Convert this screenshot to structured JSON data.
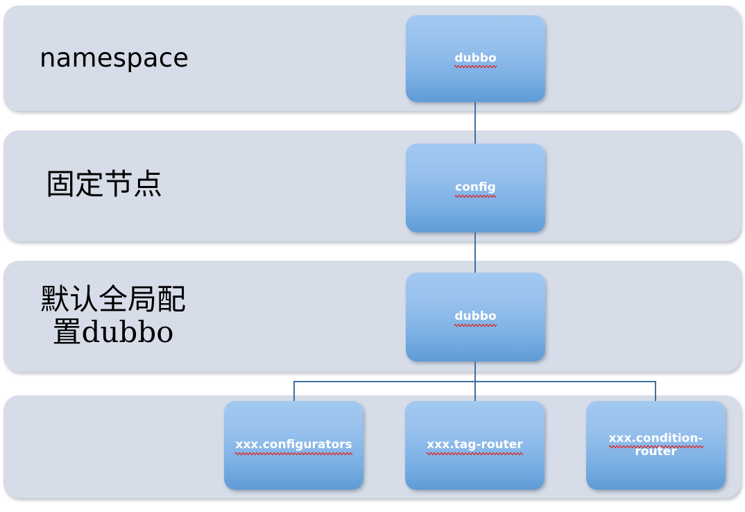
{
  "diagram": {
    "title": "dubbo zookeeper namespace tree",
    "colors": {
      "band_fill": "#d6dce8",
      "node_gradient_top": "#a3c9f0",
      "node_gradient_bottom": "#5e9bd6",
      "node_text": "#ffffff",
      "connector": "#3f6f9f",
      "spellcheck_underline": "#e02020",
      "page_background": "#ffffff"
    },
    "bands": [
      {
        "label": "namespace",
        "script": "latin"
      },
      {
        "label": "固定节点",
        "script": "cjk"
      },
      {
        "label": "默认全局配\n置dubbo",
        "script": "cjk"
      },
      {
        "label": "",
        "script": "none"
      }
    ],
    "nodes": [
      {
        "label": "dubbo",
        "lines": [
          "dubbo"
        ],
        "misspelled_lines": [
          true
        ],
        "level": 1
      },
      {
        "label": "config",
        "lines": [
          "config"
        ],
        "misspelled_lines": [
          true
        ],
        "level": 2
      },
      {
        "label": "dubbo",
        "lines": [
          "dubbo"
        ],
        "misspelled_lines": [
          true
        ],
        "level": 3
      },
      {
        "label": "xxx.configurators",
        "lines": [
          "xxx.configurators"
        ],
        "misspelled_lines": [
          true
        ],
        "level": 4
      },
      {
        "label": "xxx.tag-router",
        "lines": [
          "xxx.tag-router"
        ],
        "misspelled_lines": [
          true
        ],
        "level": 4
      },
      {
        "label": "xxx.condition-router",
        "lines": [
          "xxx.condition-",
          "router"
        ],
        "misspelled_lines": [
          true,
          false
        ],
        "level": 4
      }
    ]
  }
}
